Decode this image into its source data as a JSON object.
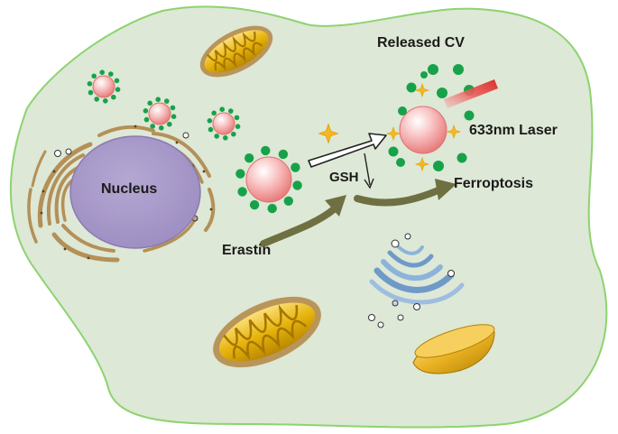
{
  "labels": {
    "nucleus": "Nucleus",
    "released_cv": "Released CV",
    "laser": "633nm Laser",
    "gsh": "GSH",
    "ferroptosis": "Ferroptosis",
    "erastin": "Erastin"
  },
  "colors": {
    "cell_fill": "#dde8d6",
    "cell_stroke": "#8dd36f",
    "nucleus_fill": "#a99ac9",
    "nanoparticle": "#f08f8f",
    "cv_dot": "#17a24a",
    "sparkle": "#f5b820",
    "laser": "#e8202a",
    "curved_arrow": "#6f7041",
    "mito_gold": "#e7b40d",
    "er_tan": "#b49058",
    "golgi_blue": "#6f9ac8"
  },
  "icons": {
    "nanoparticle": "nanoparticle-icon",
    "mitochondrion": "mitochondrion-icon",
    "endoplasmic_reticulum": "endoplasmic-reticulum-icon",
    "golgi": "golgi-apparatus-icon",
    "vesicle": "vesicle-icon",
    "sparkle": "sparkle-icon"
  }
}
